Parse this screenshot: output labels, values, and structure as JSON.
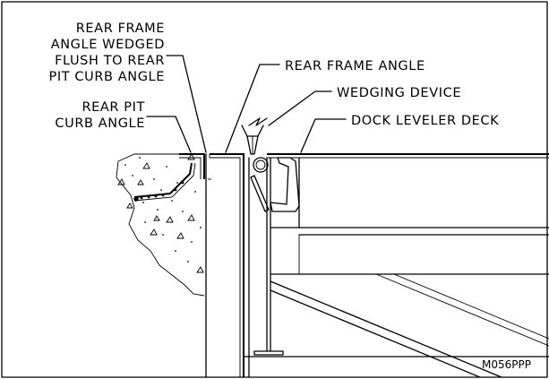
{
  "labels": {
    "rear_frame_wedged": [
      "REAR FRAME",
      "ANGLE WEDGED",
      "FLUSH TO REAR",
      "PIT CURB ANGLE"
    ],
    "rear_frame_angle": "REAR FRAME ANGLE",
    "wedging_device": "WEDGING DEVICE",
    "rear_pit_curb": [
      "REAR PIT",
      "CURB ANGLE"
    ],
    "dock_leveler_deck": "DOCK LEVELER DECK"
  },
  "drawing_code": "M056PPP",
  "colors": {
    "ink": "#000000",
    "paper": "#ffffff"
  }
}
